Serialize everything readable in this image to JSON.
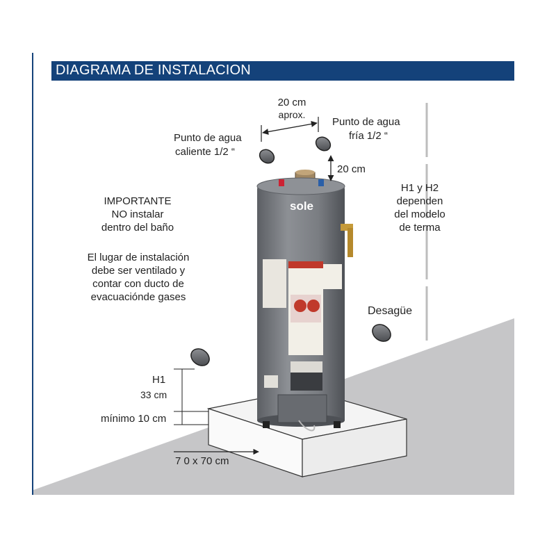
{
  "header": {
    "title": "DIAGRAMA DE INSTALACION"
  },
  "labels": {
    "dist_top": "20 cm",
    "dist_top_approx": "aprox.",
    "hot_line1": "Punto de agua",
    "hot_line2": "caliente 1/2 “",
    "cold_line1": "Punto de agua",
    "cold_line2": "fría 1/2 “",
    "dist_vertical": "20 cm",
    "h_note": [
      "H1 y H2",
      "dependen",
      "del modelo",
      "de terma"
    ],
    "important": [
      "IMPORTANTE",
      "NO instalar",
      "dentro del baño"
    ],
    "ventilation": [
      "El lugar de instalación",
      "debe ser ventilado y",
      "contar con ducto de",
      "evacuaciónde gases"
    ],
    "drain": "Desagüe",
    "h1": "H1",
    "h1_value": "33 cm",
    "min_height": "mínimo 10 cm",
    "base_size": "7 0 x 70 cm",
    "brand": "sole"
  },
  "colors": {
    "header_bg": "#14427a",
    "floor": "#c6c6c8",
    "tank": "#7c7f84",
    "tank_dark": "#5e6166",
    "pipe_cap": "#8a8c90"
  }
}
